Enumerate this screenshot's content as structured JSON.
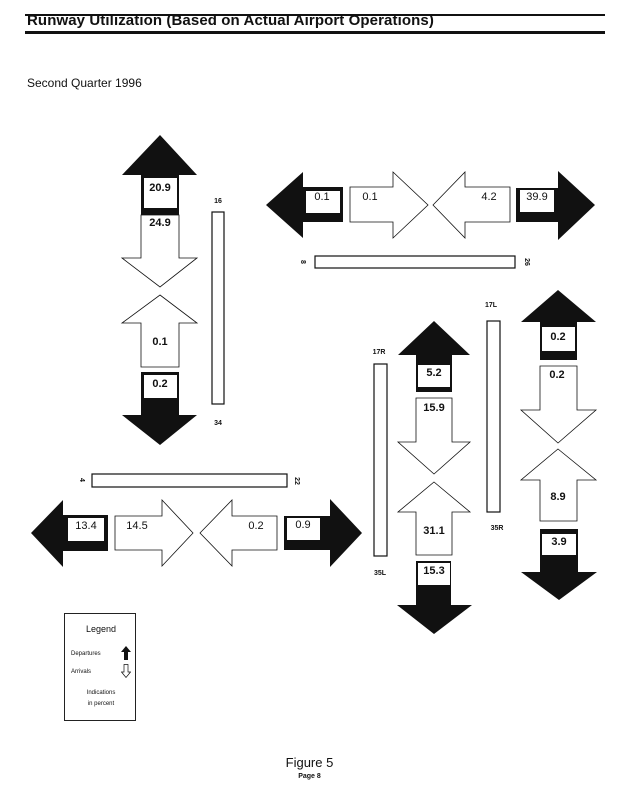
{
  "header": {
    "title": "Runway Utilization (Based on Actual Airport Operations)",
    "subtitle": "Second Quarter 1996"
  },
  "runways": [
    {
      "id": "16-34",
      "ends": [
        "16",
        "34"
      ],
      "orientation": "vertical"
    },
    {
      "id": "8-26",
      "ends": [
        "8",
        "26"
      ],
      "orientation": "horizontal"
    },
    {
      "id": "4-22",
      "ends": [
        "4",
        "22"
      ],
      "orientation": "horizontal"
    },
    {
      "id": "17R-35L",
      "ends": [
        "17R",
        "35L"
      ],
      "orientation": "vertical"
    },
    {
      "id": "17L-35R",
      "ends": [
        "17L",
        "35R"
      ],
      "orientation": "vertical"
    }
  ],
  "flows": {
    "runway_16_34": {
      "departures_north": "20.9",
      "arrivals_southbound": "24.9",
      "arrivals_northbound": "0.1",
      "departures_south": "0.2"
    },
    "runway_8_26": {
      "departures_west": "0.1",
      "arrivals_eastbound": "0.1",
      "arrivals_westbound": "4.2",
      "departures_east": "39.9"
    },
    "runway_4_22": {
      "departures_west": "13.4",
      "arrivals_eastbound": "14.5",
      "arrivals_westbound": "0.2",
      "departures_east": "0.9"
    },
    "runway_17R_35L": {
      "departures_north": "5.2",
      "arrivals_southbound": "15.9",
      "arrivals_northbound": "31.1",
      "departures_south": "15.3"
    },
    "runway_17L_35R": {
      "departures_north": "0.2",
      "arrivals_southbound": "0.2",
      "arrivals_northbound": "8.9",
      "departures_south": "3.9"
    }
  },
  "legend": {
    "title": "Legend",
    "departures_label": "Departures",
    "arrivals_label": "Arrivals",
    "note_line1": "Indications",
    "note_line2": "in percent",
    "departures_icon": "solid-arrow-up-icon",
    "arrivals_icon": "outline-arrow-down-icon"
  },
  "footer": {
    "figure": "Figure 5",
    "page": "Page 8"
  },
  "colors": {
    "ink": "#111111",
    "paper": "#ffffff"
  }
}
